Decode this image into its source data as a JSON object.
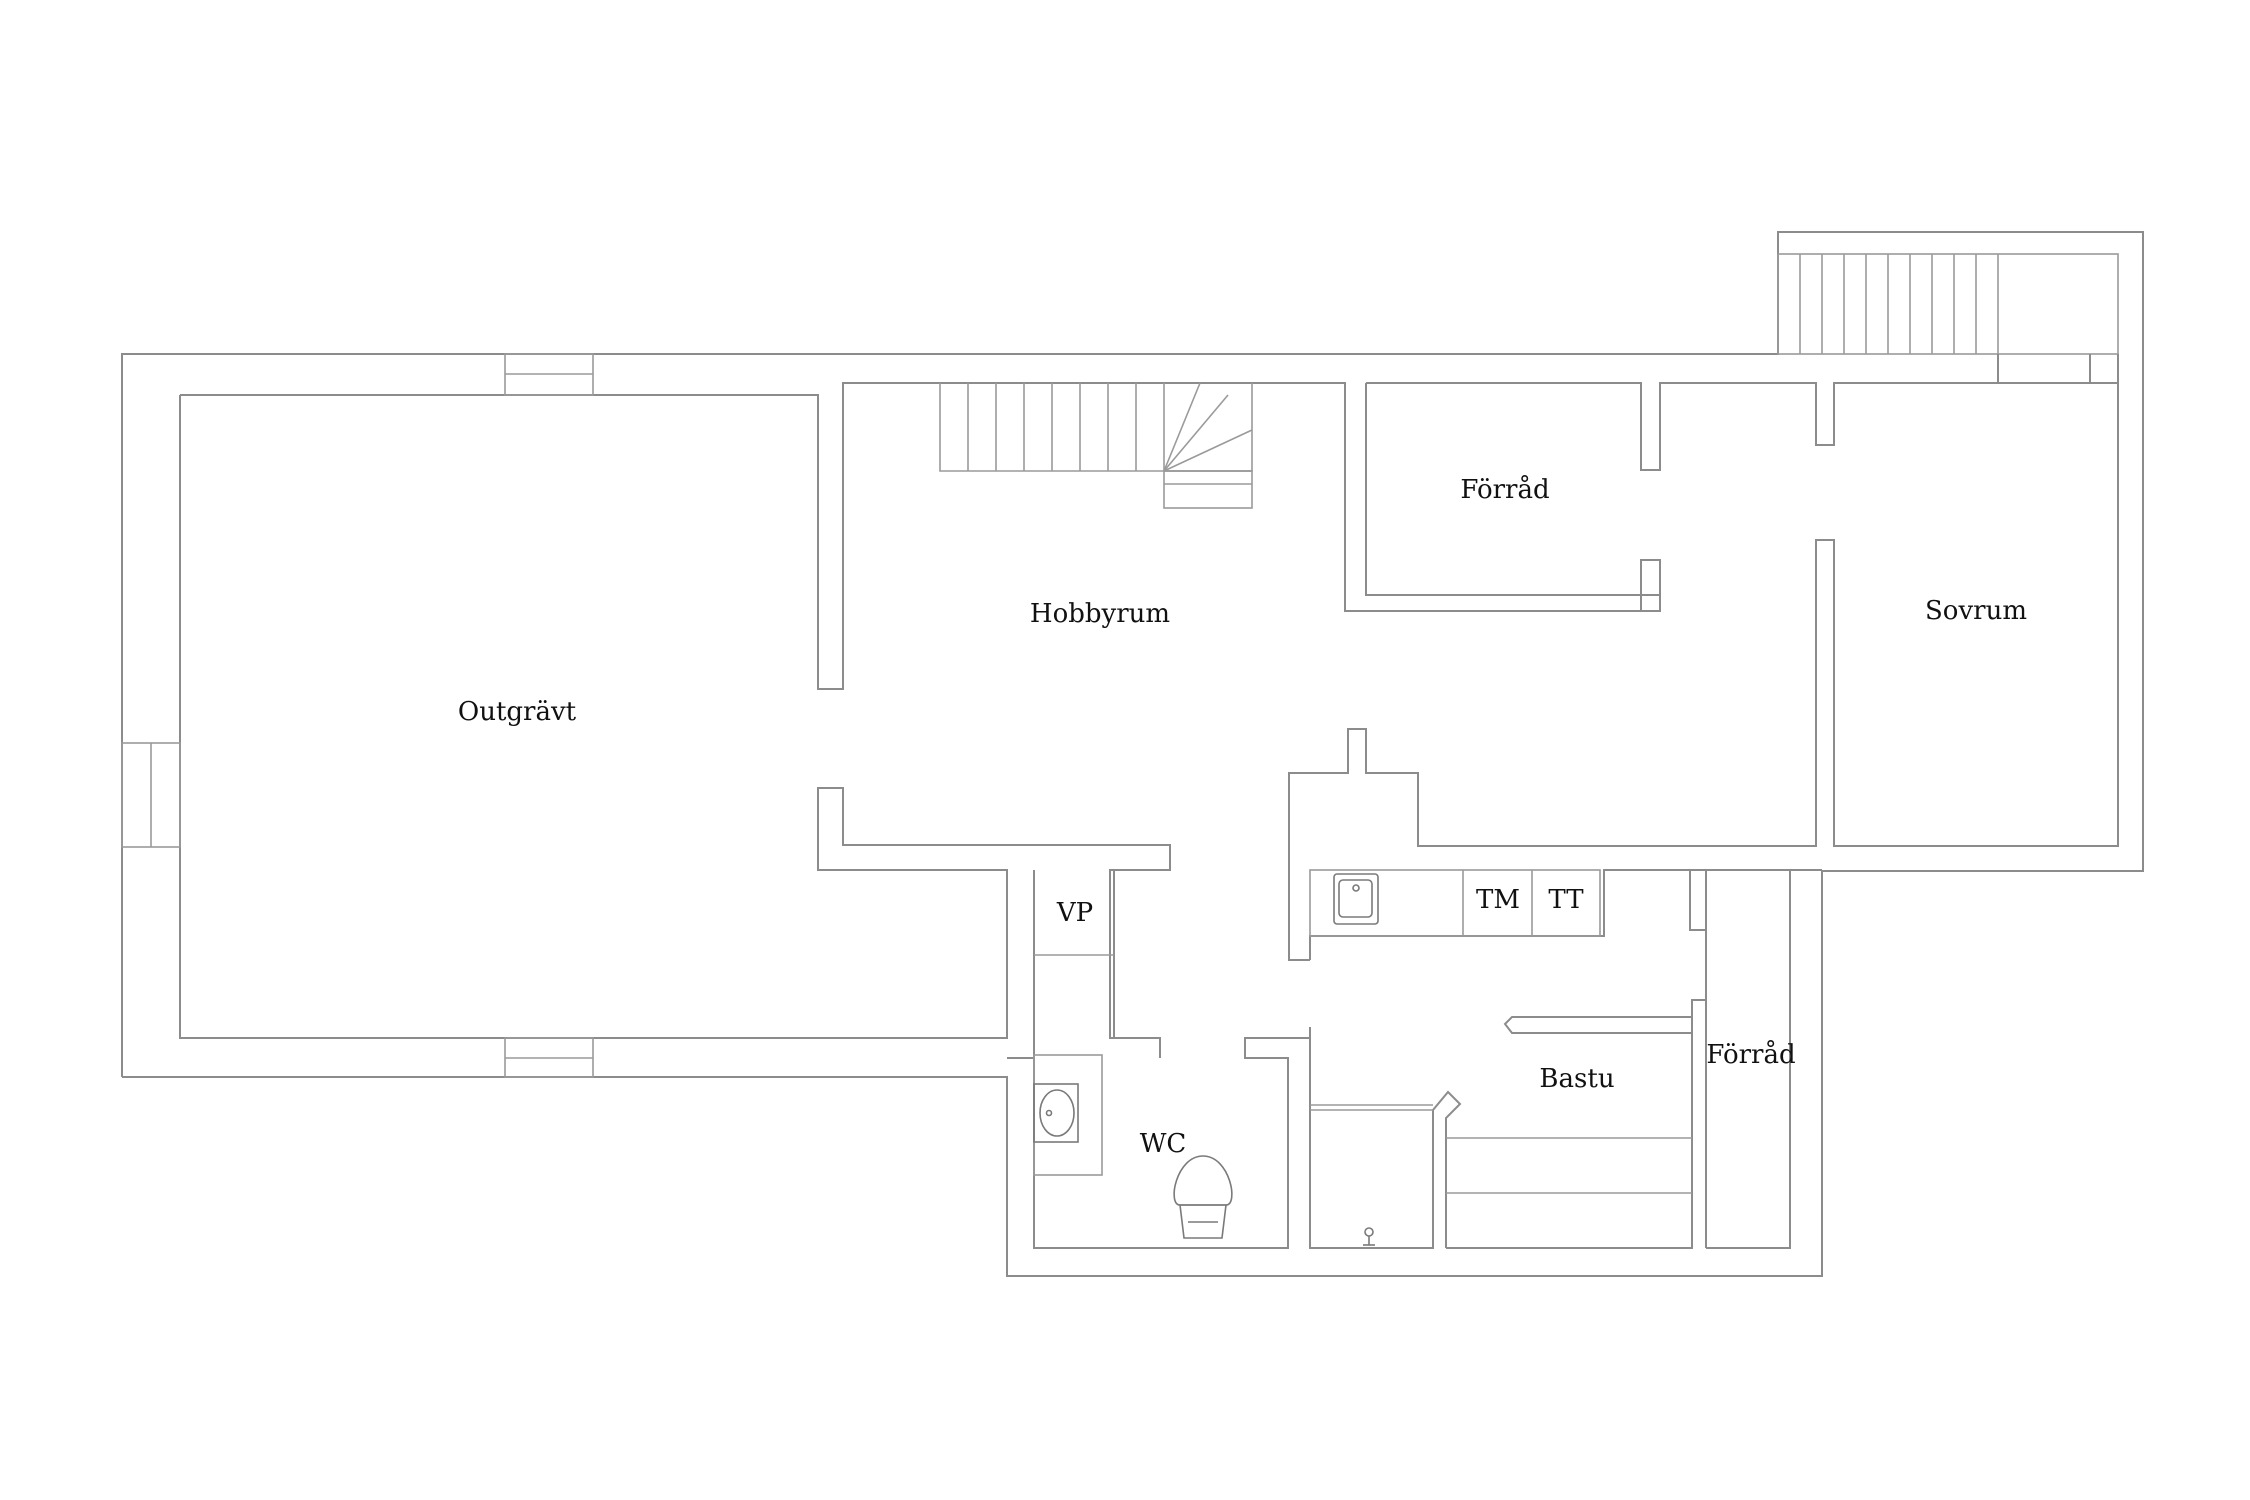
{
  "colors": {
    "background": "#ffffff",
    "wall": "#8c8c8c",
    "label": "#111111"
  },
  "rooms": {
    "outgravt": "Outgrävt",
    "hobbyrum": "Hobbyrum",
    "forrad_upper": "Förråd",
    "sovrum": "Sovrum",
    "vp": "VP",
    "tm": "TM",
    "tt": "TT",
    "bastu": "Bastu",
    "forrad_lower": "Förråd",
    "wc": "WC"
  },
  "icons": [
    "sink-icon",
    "washbasin-icon",
    "toilet-icon",
    "floor-drain-icon",
    "stairs-icon"
  ]
}
